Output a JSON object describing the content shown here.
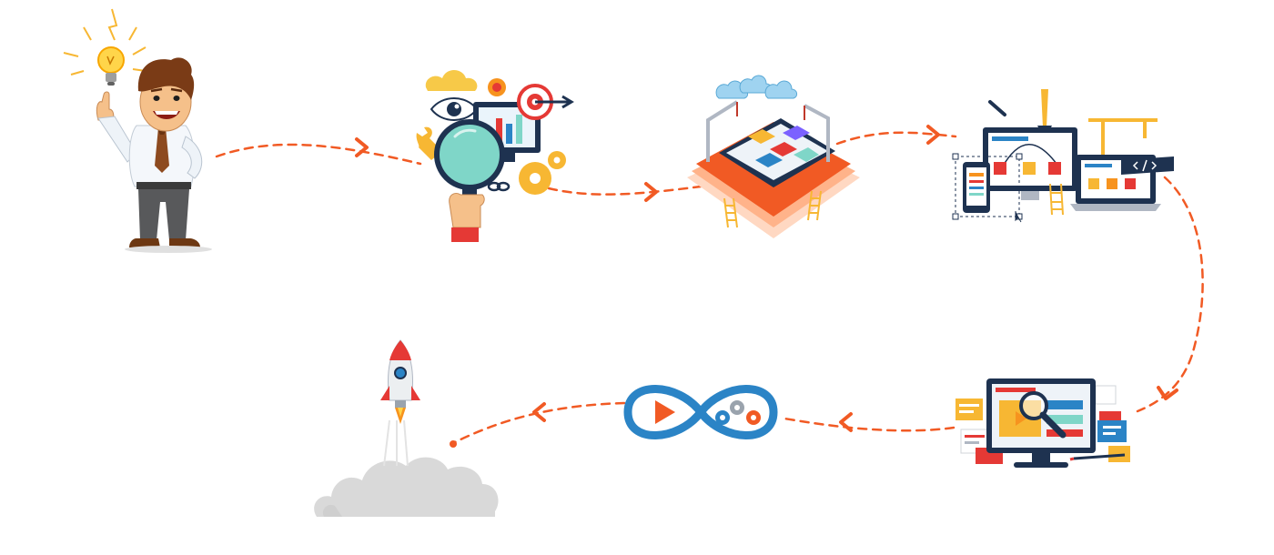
{
  "colors": {
    "path": "#f15a24",
    "orange": "#f7931e",
    "navy": "#1e3250",
    "blue": "#2b84c6",
    "teal": "#7fd6c8",
    "yellow": "#f7b733",
    "red": "#e53935",
    "cloud": "#d9d9d9",
    "skin": "#f5c08a"
  },
  "steps": [
    {
      "name": "idea",
      "icon": "idea-businessman-icon"
    },
    {
      "name": "research",
      "icon": "research-magnifier-icon"
    },
    {
      "name": "development",
      "icon": "isometric-app-development-icon"
    },
    {
      "name": "design",
      "icon": "responsive-design-icon"
    },
    {
      "name": "testing",
      "icon": "testing-monitor-icon"
    },
    {
      "name": "devops",
      "icon": "devops-infinity-icon"
    },
    {
      "name": "launch",
      "icon": "rocket-launch-icon"
    }
  ]
}
